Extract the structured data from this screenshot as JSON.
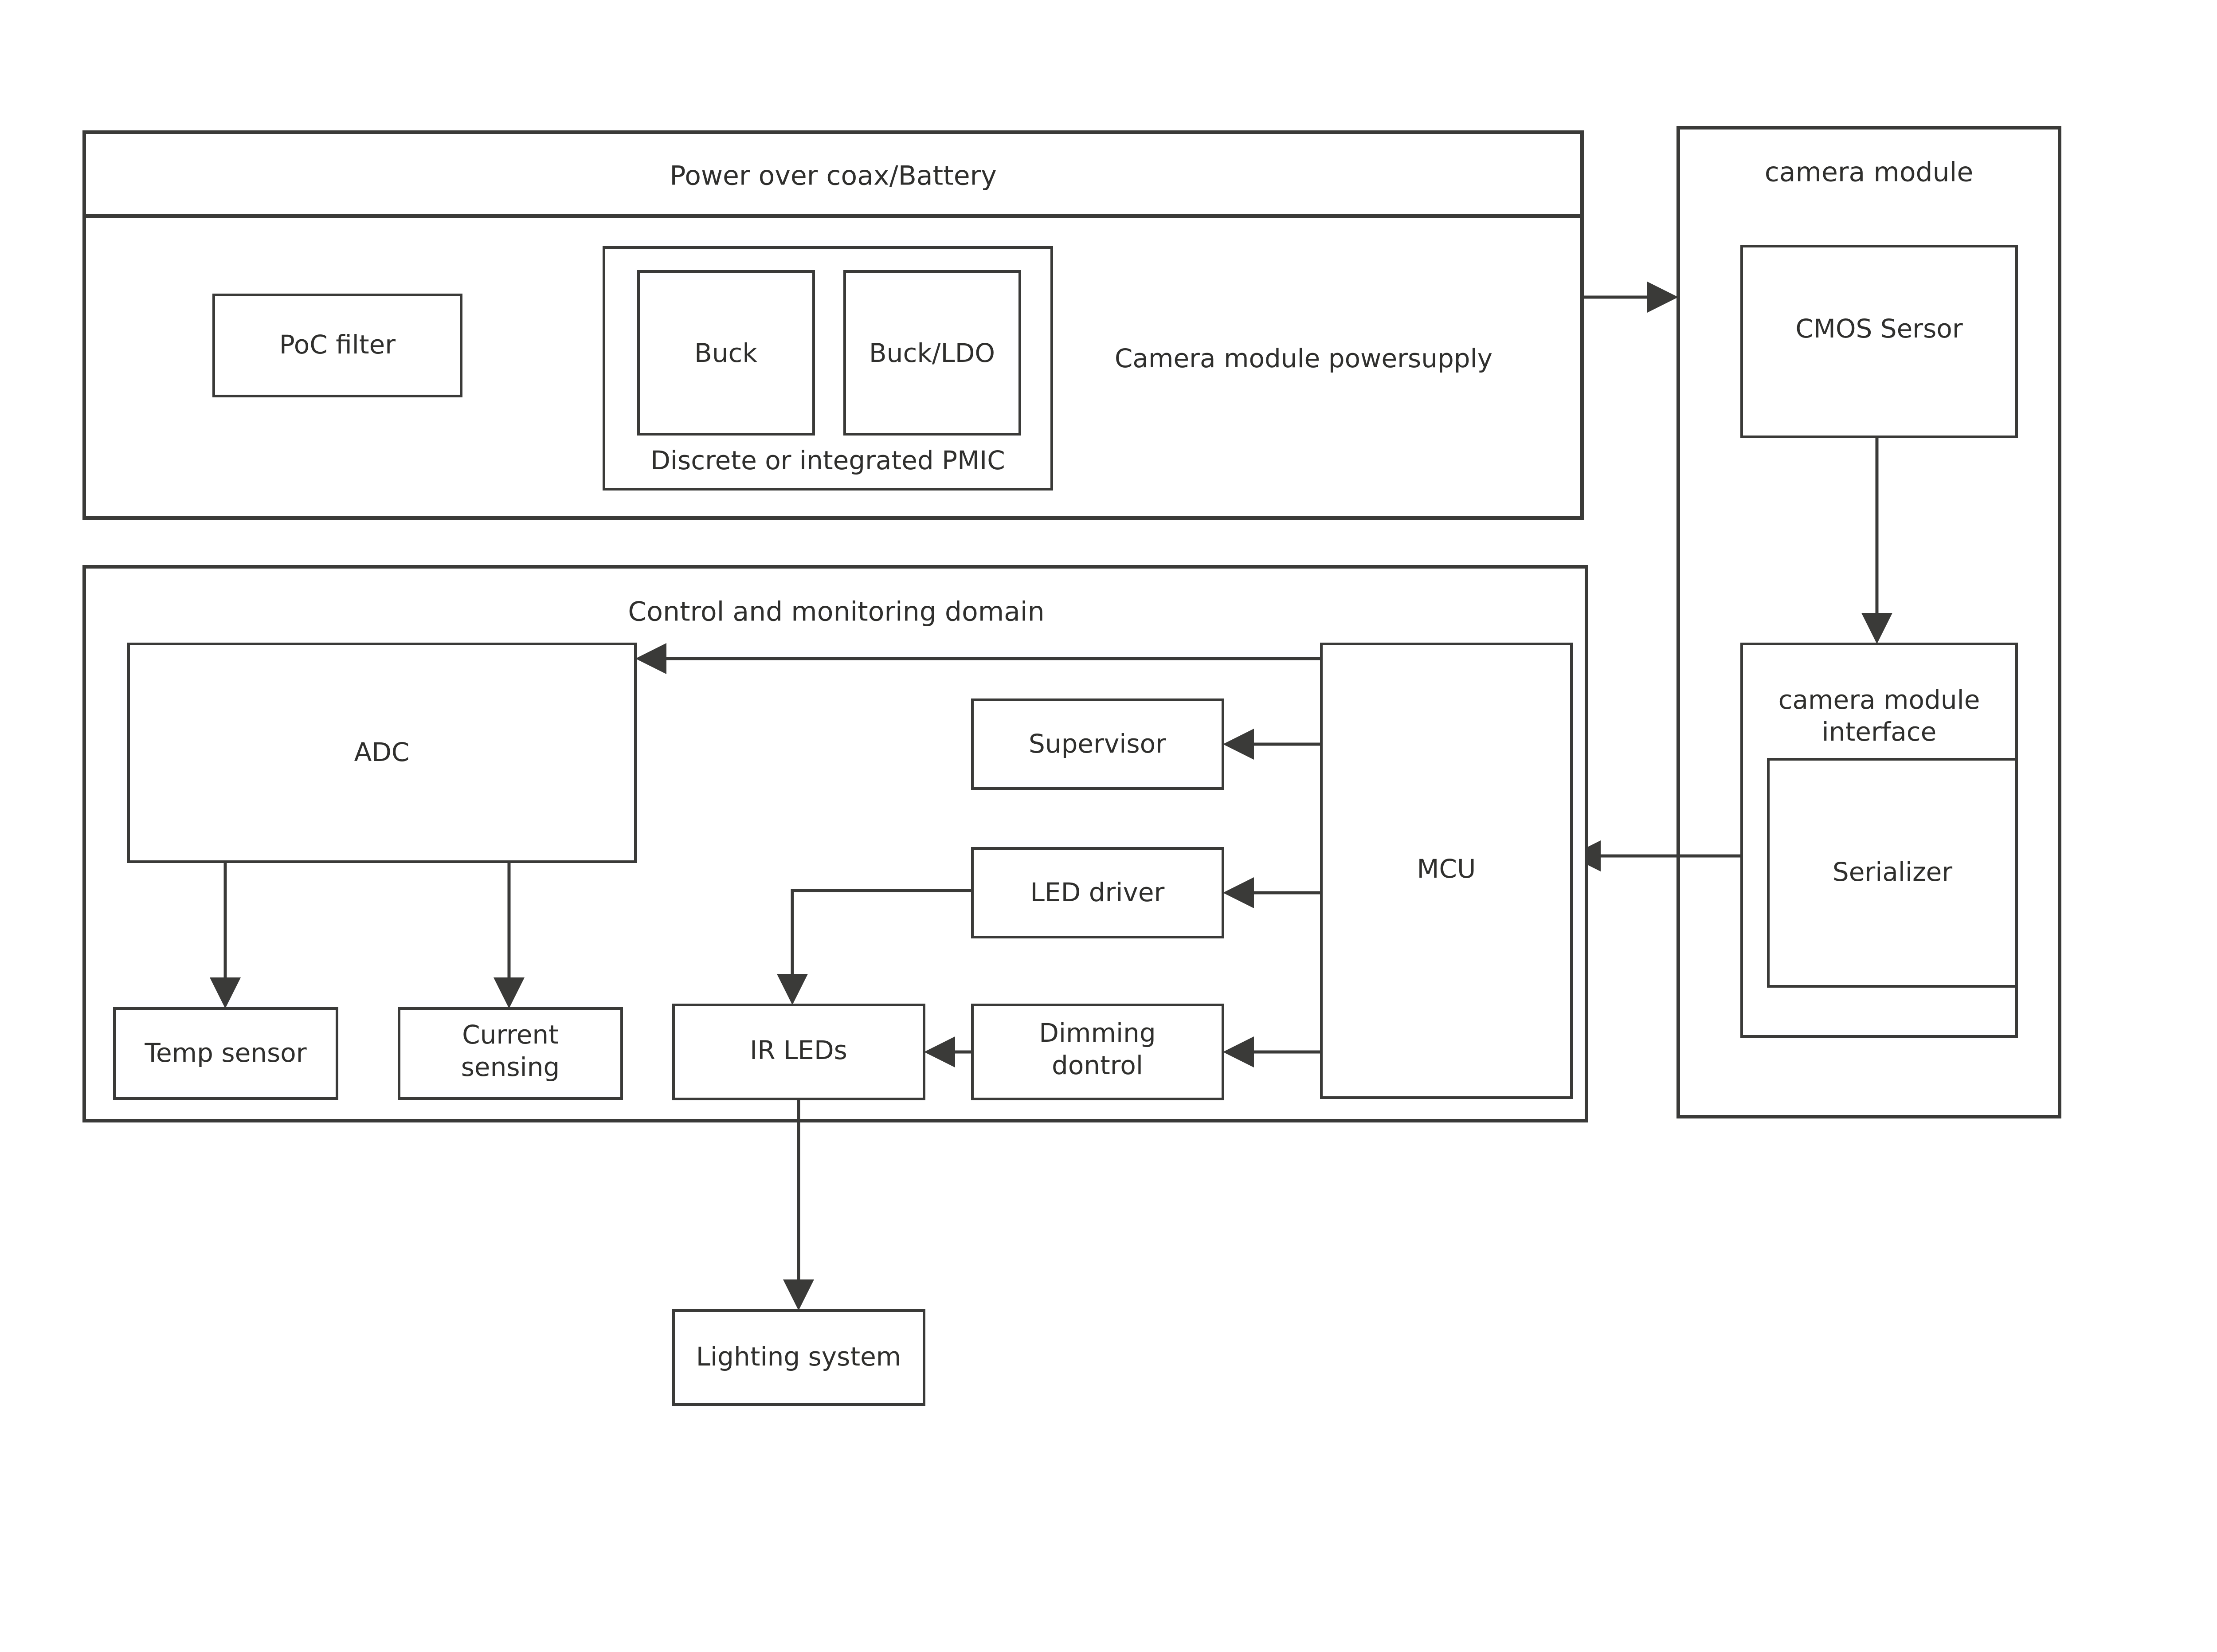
{
  "diagram": {
    "title_text": "Power over coax/Battery",
    "power_domain": {
      "header_label": "Power over coax/Battery",
      "poc_filter_label": "PoC filter",
      "pmic_label": "Discrete or integrated PMIC",
      "buck_label": "Buck",
      "buck_ldo_label": "Buck/LDO",
      "camera_powersupply_label": "Camera module powersupply"
    },
    "control_domain": {
      "header_label": "Control and monitoring domain",
      "adc_label": "ADC",
      "temp_sensor_label": "Temp sensor",
      "current_sensing_label_line1": "Current",
      "current_sensing_label_line2": "sensing",
      "ir_leds_label": "IR LEDs",
      "supervisor_label": "Supervisor",
      "led_driver_label": "LED driver",
      "dimming_control_label_line1": "Dimming",
      "dimming_control_label_line2": "dontrol",
      "mcu_label": "MCU"
    },
    "camera_module": {
      "header_label": "camera module",
      "cmos_sensor_label": "CMOS Sersor",
      "interface_label_line1": "camera module",
      "interface_label_line2": "interface",
      "serializer_label": "Serializer"
    },
    "lighting": {
      "lighting_system_label": "Lighting system"
    },
    "colors": {
      "line": "#3a3a38",
      "text": "#2f2f2d",
      "background": "#ffffff"
    }
  }
}
